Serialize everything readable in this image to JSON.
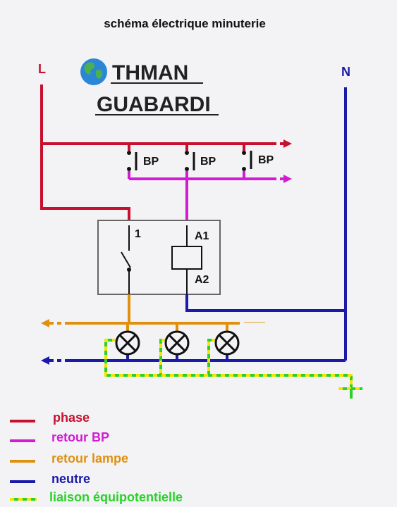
{
  "title": "schéma électrique minuterie",
  "brand": {
    "line1": "THMAN",
    "line2": "GUABARDI",
    "globe_icon": "globe-icon"
  },
  "terminals": {
    "phase": "L",
    "neutral": "N"
  },
  "pushbuttons": [
    "BP",
    "BP",
    "BP"
  ],
  "timer": {
    "contact": "1",
    "coil_in": "A1",
    "coil_out": "A2"
  },
  "legend": [
    {
      "label": "phase",
      "color": "#c8102e"
    },
    {
      "label": "retour BP",
      "color": "#d21bd2"
    },
    {
      "label": "retour lampe",
      "color": "#e0900f"
    },
    {
      "label": "neutre",
      "color": "#1a1aa8"
    },
    {
      "label": "liaison équipotentielle",
      "color": "#2ad12a",
      "dash_color": "#f2e600"
    }
  ],
  "colors": {
    "phase": "#c8102e",
    "retour_bp": "#d21bd2",
    "retour_lampe": "#e0900f",
    "neutre": "#1a1aa8",
    "earth_green": "#2ad12a",
    "earth_yellow": "#f2e600"
  }
}
